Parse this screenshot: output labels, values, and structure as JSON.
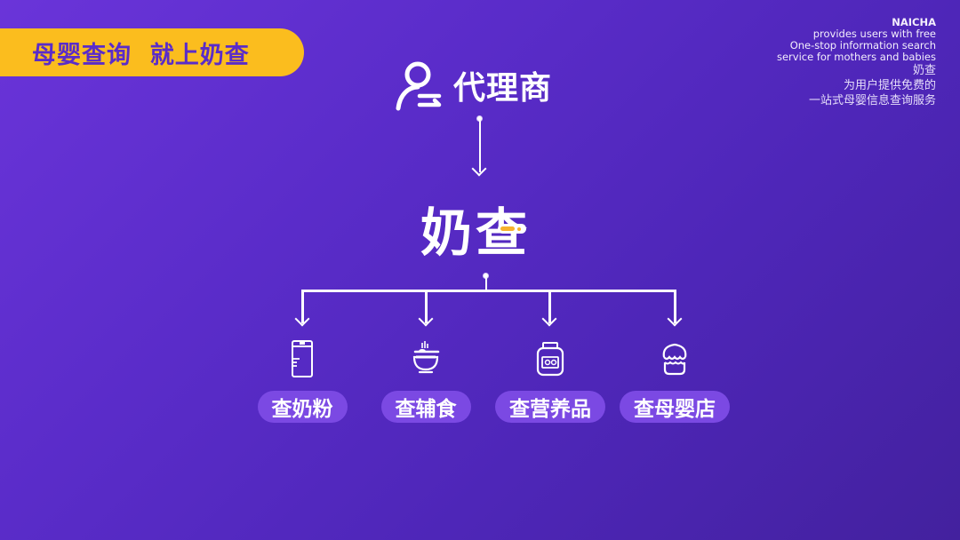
{
  "banner": {
    "text": "母婴查询  就上奶查",
    "bg_color": "#fbbd1e",
    "text_color": "#5a2cc9"
  },
  "tagline": {
    "en_lines": [
      "NAICHA",
      "provides users with free",
      "One-stop information search",
      "service for mothers and babies"
    ],
    "zh_lines": [
      "奶查",
      "为用户提供免费的",
      "一站式母婴信息查询服务"
    ]
  },
  "agent": {
    "icon": "user-exchange-icon",
    "label": "代理商"
  },
  "brand": {
    "name": "奶查",
    "accent_color": "#f7b12b"
  },
  "categories": [
    {
      "icon": "milk-powder-can-icon",
      "label": "查奶粉"
    },
    {
      "icon": "bowl-icon",
      "label": "查辅食"
    },
    {
      "icon": "supplement-jar-icon",
      "label": "查营养品"
    },
    {
      "icon": "store-icon",
      "label": "查母婴店"
    }
  ],
  "colors": {
    "bg_start": "#6a34d9",
    "bg_end": "#43219e",
    "pill": "#7b49e3"
  }
}
